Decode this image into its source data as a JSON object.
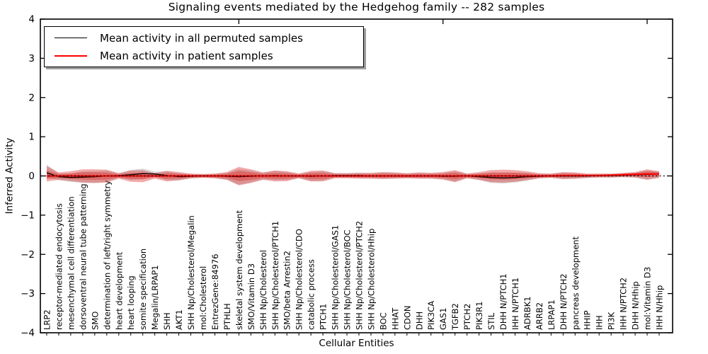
{
  "title": "Signaling events mediated by the Hedgehog family -- 282 samples",
  "legend": {
    "items": [
      {
        "label": "Mean activity in all permuted samples",
        "color": "#000000"
      },
      {
        "label": "Mean activity in patient samples",
        "color": "#ff0000"
      }
    ]
  },
  "chart_data": {
    "type": "line",
    "title": "Signaling events mediated by the Hedgehog family -- 282 samples",
    "xlabel": "Cellular Entities",
    "ylabel": "Inferred Activity",
    "ylim": [
      -4,
      4
    ],
    "y_ticks": [
      4,
      3,
      2,
      1,
      0,
      -1,
      -2,
      -3,
      -4
    ],
    "y_tick_labels": [
      "4",
      "3",
      "2",
      "1",
      "0",
      "−1",
      "−2",
      "−3",
      "−4"
    ],
    "grid": false,
    "legend_position": "upper left",
    "zero_line": {
      "style": "dashed",
      "color": "#000000",
      "y": 0
    },
    "band_color": "#dd2222",
    "band_alpha": 0.38,
    "inner_band_scale": 0.55,
    "permuted_band_scale": 0.85,
    "permuted_band_color": "#777777",
    "top_tick_indices": [
      16,
      33,
      50
    ],
    "categories": [
      "LRP2",
      "receptor-mediated endocytosis",
      "mesenchymal cell differentiation",
      "dorsoventral neural tube patterning",
      "SMO",
      "determination of left/right symmetry",
      "heart development",
      "heart looping",
      "somite specification",
      "Megalin/LRPAP1",
      "SHH",
      "AKT1",
      "SHH Np/Cholesterol/Megalin",
      "mol:Cholesterol",
      "EntrezGene:84976",
      "PTHLH",
      "skeletal system development",
      "SMO/Vitamin D3",
      "SHH Np/Cholesterol",
      "SHH Np/Cholesterol/PTCH1",
      "SMO/beta Arrestin2",
      "SHH Np/Cholesterol/CDO",
      "catabolic process",
      "PTCH1",
      "SHH Np/Cholesterol/GAS1",
      "SHH Np/Cholesterol/BOC",
      "SHH Np/Cholesterol/PTCH2",
      "SHH Np/Cholesterol/Hhip",
      "BOC",
      "HHAT",
      "CDON",
      "DHH",
      "PIK3CA",
      "GAS1",
      "TGFB2",
      "PTCH2",
      "PIK3R1",
      "STIL",
      "DHH N/PTCH1",
      "IHH N/PTCH1",
      "ADRBK1",
      "ARRB2",
      "LRPAP1",
      "DHH N/PTCH2",
      "pancreas development",
      "HHIP",
      "IHH",
      "PI3K",
      "IHH N/PTCH2",
      "DHH N/Hhip",
      "mol:Vitamin D3",
      "IHH N/Hhip"
    ],
    "series": [
      {
        "name": "Mean activity in all permuted samples",
        "color": "#000000",
        "style": "solid",
        "values": [
          0.08,
          -0.02,
          -0.04,
          -0.03,
          -0.02,
          0.0,
          0.01,
          0.03,
          0.06,
          0.05,
          0.01,
          -0.02,
          -0.01,
          0.0,
          0.0,
          -0.01,
          -0.02,
          -0.01,
          0.0,
          0.01,
          0.0,
          0.0,
          -0.01,
          0.0,
          0.01,
          0.01,
          0.01,
          0.0,
          0.0,
          0.0,
          0.0,
          0.0,
          0.0,
          -0.01,
          -0.01,
          0.0,
          -0.02,
          -0.04,
          -0.05,
          -0.04,
          -0.02,
          -0.01,
          0.0,
          0.0,
          0.0,
          0.0,
          0.01,
          0.01,
          0.02,
          0.03,
          0.04,
          0.05
        ]
      },
      {
        "name": "Mean activity in patient samples",
        "color": "#ff0000",
        "style": "solid",
        "values": [
          0.0,
          0.0,
          0.0,
          0.0,
          0.0,
          0.0,
          0.0,
          0.0,
          0.0,
          0.0,
          0.0,
          0.0,
          0.0,
          0.0,
          0.0,
          0.0,
          0.0,
          0.0,
          0.0,
          0.0,
          0.0,
          0.0,
          0.0,
          0.0,
          0.0,
          0.0,
          0.0,
          0.0,
          0.0,
          0.0,
          0.0,
          0.0,
          0.0,
          0.0,
          0.0,
          0.0,
          0.0,
          0.0,
          0.0,
          0.0,
          0.0,
          0.0,
          0.0,
          0.01,
          0.01,
          0.01,
          0.01,
          0.02,
          0.03,
          0.04,
          0.05,
          0.05
        ]
      }
    ],
    "patient_band_upper": [
      0.25,
      0.09,
      0.12,
      0.17,
      0.17,
      0.16,
      0.07,
      0.14,
      0.15,
      0.07,
      0.13,
      0.1,
      0.06,
      0.05,
      0.06,
      0.1,
      0.23,
      0.17,
      0.09,
      0.14,
      0.12,
      0.06,
      0.13,
      0.14,
      0.07,
      0.07,
      0.08,
      0.08,
      0.1,
      0.09,
      0.07,
      0.09,
      0.08,
      0.1,
      0.15,
      0.06,
      0.1,
      0.15,
      0.16,
      0.15,
      0.12,
      0.07,
      0.06,
      0.1,
      0.09,
      0.06,
      0.06,
      0.06,
      0.08,
      0.1,
      0.17,
      0.12
    ],
    "patient_band_lower": [
      -0.14,
      -0.1,
      -0.13,
      -0.17,
      -0.18,
      -0.17,
      -0.07,
      -0.15,
      -0.16,
      -0.07,
      -0.14,
      -0.11,
      -0.06,
      -0.05,
      -0.06,
      -0.1,
      -0.24,
      -0.18,
      -0.1,
      -0.14,
      -0.13,
      -0.06,
      -0.14,
      -0.14,
      -0.06,
      -0.06,
      -0.07,
      -0.07,
      -0.08,
      -0.07,
      -0.06,
      -0.07,
      -0.07,
      -0.09,
      -0.16,
      -0.06,
      -0.1,
      -0.16,
      -0.17,
      -0.15,
      -0.11,
      -0.06,
      -0.05,
      -0.08,
      -0.07,
      -0.05,
      -0.04,
      -0.04,
      -0.03,
      -0.04,
      -0.1,
      -0.05
    ]
  }
}
